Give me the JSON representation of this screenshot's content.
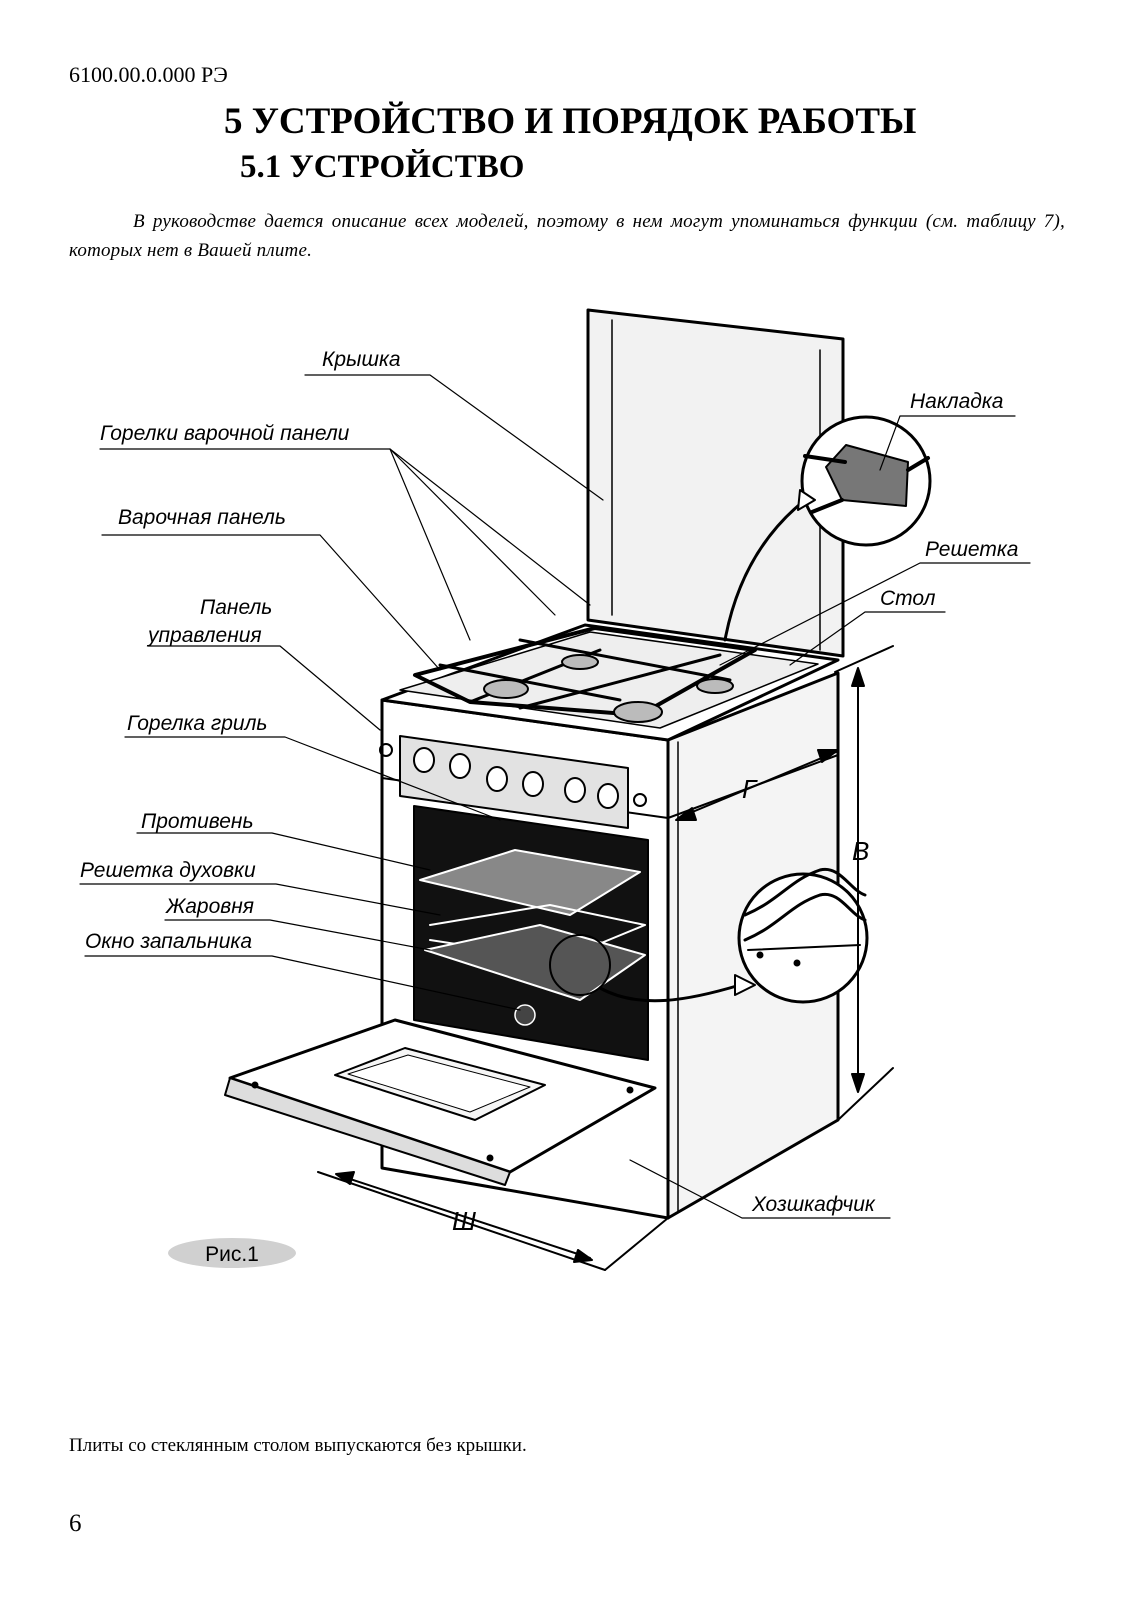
{
  "header": {
    "doc_code": "6100.00.0.000 РЭ",
    "title": "5 УСТРОЙСТВО И ПОРЯДОК РАБОТЫ",
    "subtitle": "5.1 УСТРОЙСТВО"
  },
  "intro": "В руководстве дается описание всех моделей, поэтому в нем могут упоминаться функции (см. таблицу 7), которых нет в Вашей плите.",
  "figure": {
    "caption": "Рис.1",
    "labels": {
      "lid": "Крышка",
      "hob_burners": "Горелки варочной панели",
      "hob": "Варочная панель",
      "control_panel_line1": "Панель",
      "control_panel_line2": "управления",
      "grill_burner": "Горелка гриль",
      "baking_tray": "Противень",
      "oven_rack": "Решетка духовки",
      "roasting_pan": "Жаровня",
      "igniter_window": "Окно запальника",
      "overlay": "Накладка",
      "grate": "Решетка",
      "table": "Стол",
      "utility_drawer": "Хозшкафчик"
    },
    "dimensions": {
      "depth": "Г",
      "height": "В",
      "width": "Ш"
    }
  },
  "note": "Плиты со стеклянным столом выпускаются без крышки.",
  "page_number": "6"
}
